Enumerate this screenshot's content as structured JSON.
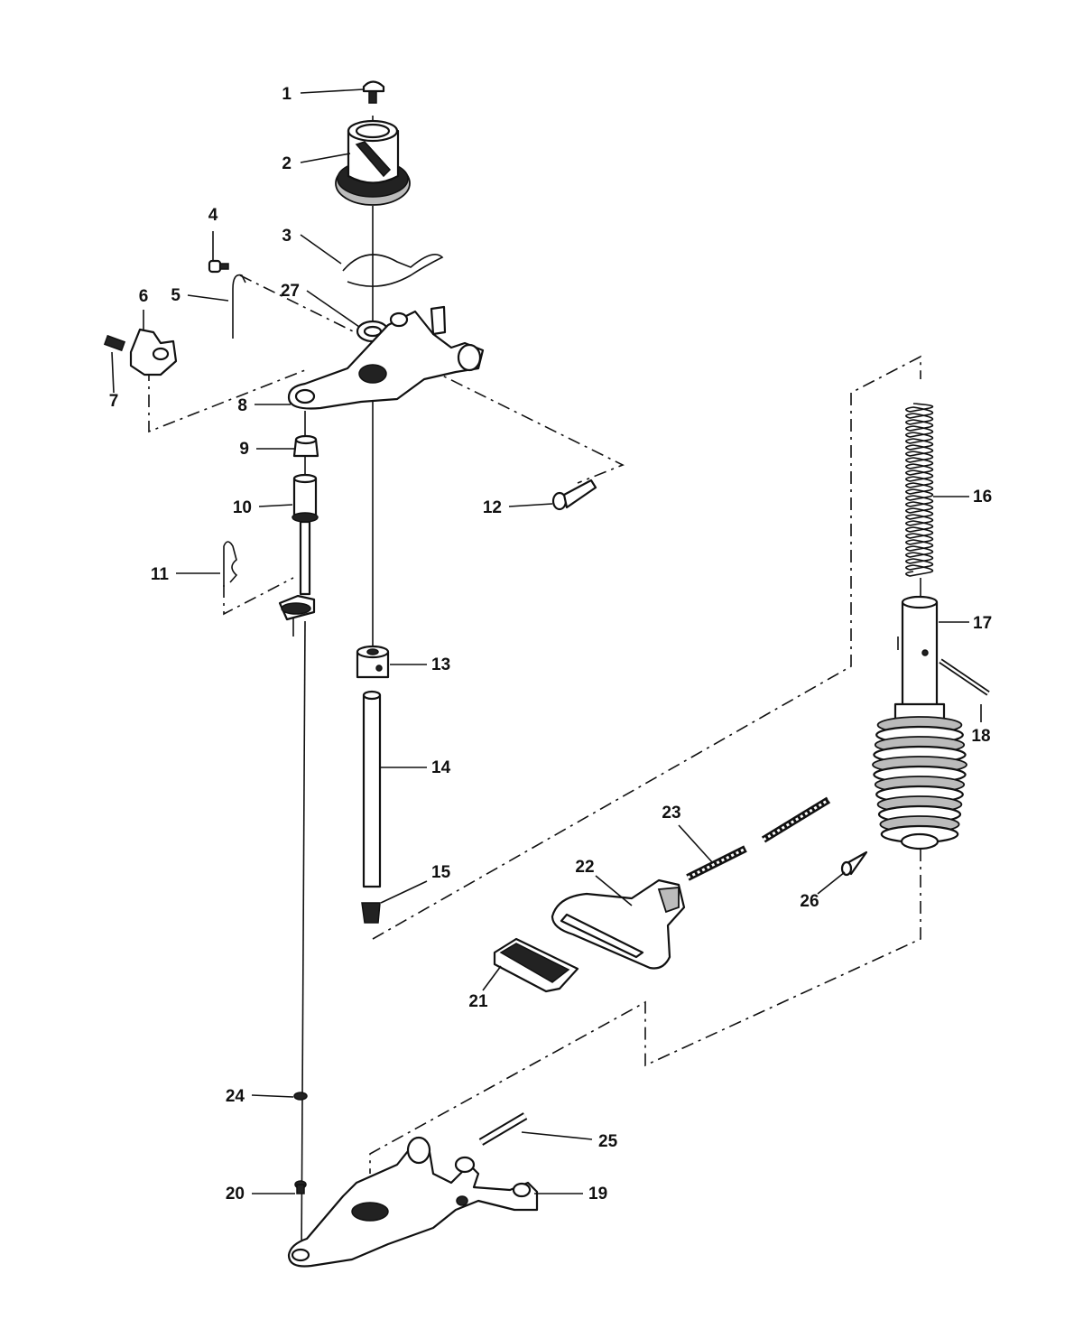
{
  "diagram": {
    "type": "exploded-parts-diagram",
    "callouts": [
      {
        "id": "c1",
        "label": "1"
      },
      {
        "id": "c2",
        "label": "2"
      },
      {
        "id": "c3",
        "label": "3"
      },
      {
        "id": "c4",
        "label": "4"
      },
      {
        "id": "c5",
        "label": "5"
      },
      {
        "id": "c6",
        "label": "6"
      },
      {
        "id": "c7",
        "label": "7"
      },
      {
        "id": "c8",
        "label": "8"
      },
      {
        "id": "c9",
        "label": "9"
      },
      {
        "id": "c10",
        "label": "10"
      },
      {
        "id": "c11",
        "label": "11"
      },
      {
        "id": "c12",
        "label": "12"
      },
      {
        "id": "c13",
        "label": "13"
      },
      {
        "id": "c14",
        "label": "14"
      },
      {
        "id": "c15",
        "label": "15"
      },
      {
        "id": "c16",
        "label": "16"
      },
      {
        "id": "c17",
        "label": "17"
      },
      {
        "id": "c18",
        "label": "18"
      },
      {
        "id": "c19",
        "label": "19"
      },
      {
        "id": "c20",
        "label": "20"
      },
      {
        "id": "c21",
        "label": "21"
      },
      {
        "id": "c22",
        "label": "22"
      },
      {
        "id": "c23",
        "label": "23"
      },
      {
        "id": "c24",
        "label": "24"
      },
      {
        "id": "c25",
        "label": "25"
      },
      {
        "id": "c26",
        "label": "26"
      },
      {
        "id": "c27",
        "label": "27"
      }
    ]
  }
}
